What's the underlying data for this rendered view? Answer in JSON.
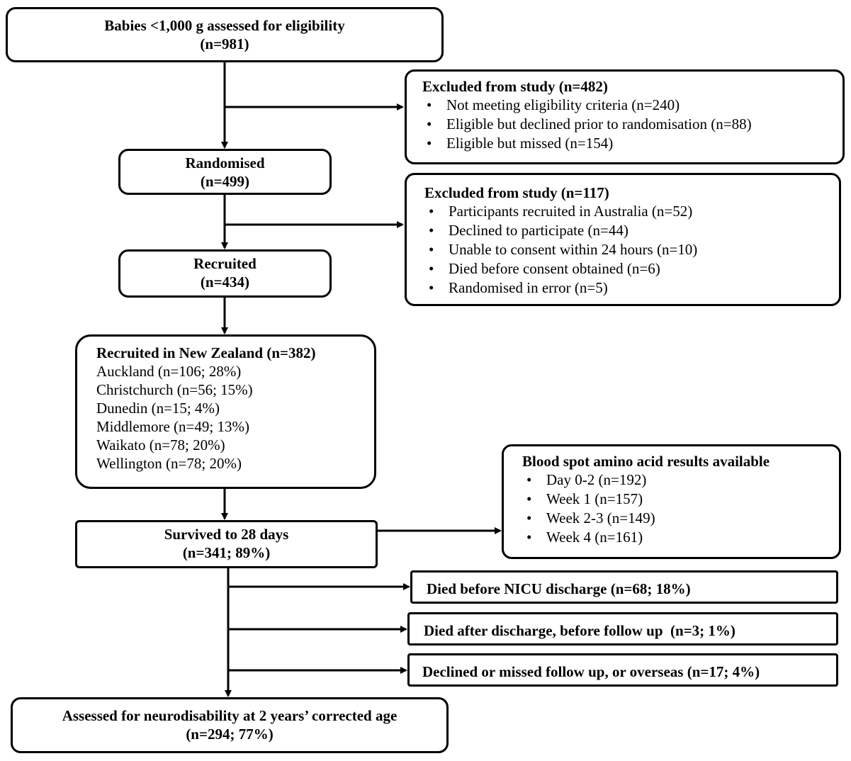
{
  "assessed": {
    "title": "Babies <1,000 g assessed for eligibility",
    "n": "(n=981)"
  },
  "excluded1": {
    "title": "Excluded from study (n=482)",
    "items": [
      "Not meeting eligibility criteria (n=240)",
      "Eligible but declined prior to randomisation (n=88)",
      "Eligible but missed (n=154)"
    ]
  },
  "randomised": {
    "title": "Randomised",
    "n": "(n=499)"
  },
  "excluded2": {
    "title": "Excluded from study (n=117)",
    "items": [
      "Participants recruited in Australia (n=52)",
      "Declined to participate (n=44)",
      "Unable to consent within 24 hours (n=10)",
      "Died before consent obtained (n=6)",
      "Randomised in error (n=5)"
    ]
  },
  "recruited": {
    "title": "Recruited",
    "n": "(n=434)"
  },
  "nz": {
    "title": "Recruited in New Zealand (n=382)",
    "items": [
      "Auckland (n=106; 28%)",
      "Christchurch (n=56; 15%)",
      "Dunedin (n=15; 4%)",
      "Middlemore (n=49; 13%)",
      "Waikato (n=78; 20%)",
      "Wellington (n=78; 20%)"
    ]
  },
  "survived": {
    "title": "Survived to 28 days",
    "n": "(n=341; 89%)"
  },
  "bloodspot": {
    "title": "Blood spot amino acid results available",
    "items": [
      "Day 0-2 (n=192)",
      "Week 1 (n=157)",
      "Week 2-3 (n=149)",
      "Week 4 (n=161)"
    ]
  },
  "died_nicu": "Died before NICU discharge (n=68; 18%)",
  "died_after": "Died after discharge, before follow up  (n=3; 1%)",
  "declined": "Declined or missed follow up, or overseas (n=17; 4%)",
  "final": {
    "title": "Assessed for neurodisability at 2 years’ corrected age",
    "n": "(n=294; 77%)"
  },
  "bullet_glyph": "•"
}
